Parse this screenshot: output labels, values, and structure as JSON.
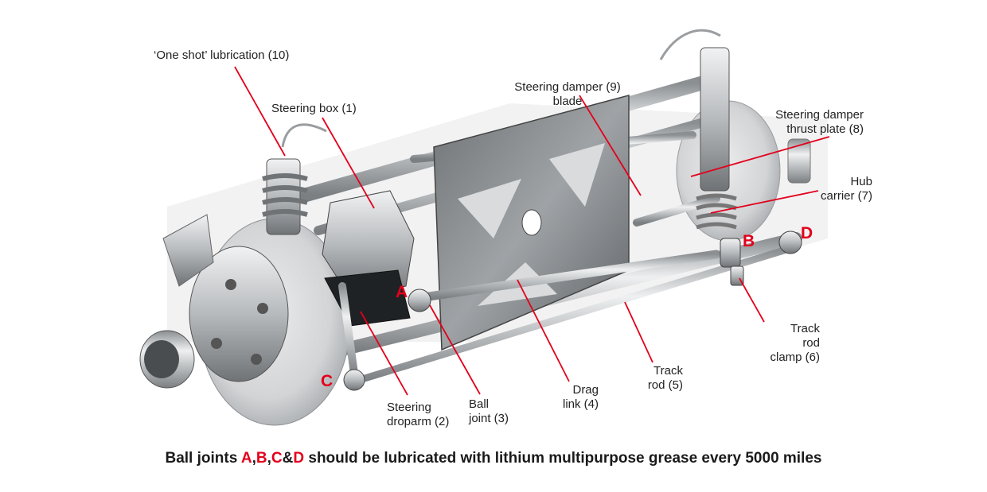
{
  "labels": {
    "one_shot": "‘One shot’ lubrication (10)",
    "steering_box": "Steering box (1)",
    "damper_blade_1": "Steering damper (9)",
    "damper_blade_2": "blade",
    "thrust_plate_1": "Steering damper",
    "thrust_plate_2": "thrust plate (8)",
    "hub_1": "Hub",
    "hub_2": "carrier (7)",
    "clamp_1": "Track",
    "clamp_2": "rod",
    "clamp_3": "clamp (6)",
    "track_rod_1": "Track",
    "track_rod_2": "rod (5)",
    "drag_link_1": "Drag",
    "drag_link_2": "link (4)",
    "ball_joint_1": "Ball",
    "ball_joint_2": "joint (3)",
    "droparm_1": "Steering",
    "droparm_2": "droparm (2)"
  },
  "joints": {
    "a": "A",
    "b": "B",
    "c": "C",
    "d": "D"
  },
  "caption": {
    "pre": "Ball joints ",
    "a": "A",
    "sep1": ",",
    "b": "B",
    "sep2": ",",
    "c": "C",
    "amp": "&",
    "d": "D",
    "post": " should be lubricated with lithium multipurpose grease every 5000 miles"
  },
  "colors": {
    "leader": "#e3001b",
    "joint_letter": "#e3001b",
    "metal": "#b9bcbf"
  }
}
